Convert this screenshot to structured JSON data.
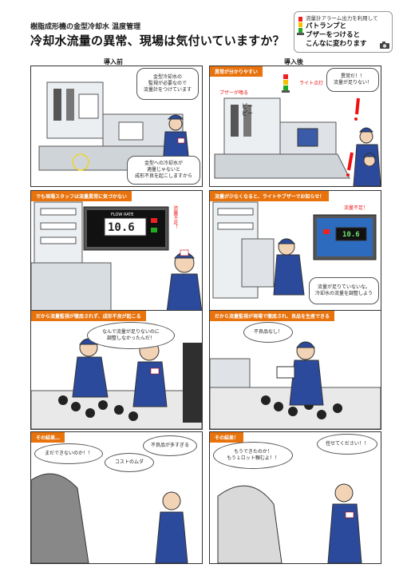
{
  "header": {
    "subtitle": "樹脂成形機の金型冷却水 温度管理",
    "title": "冷却水流量の異常、現場は気付いていますか？"
  },
  "callout": {
    "line1": "流量計アラーム出力を利用して",
    "line2": "パトランプと",
    "line3": "ブザーをつけると",
    "line4": "こんなに変わります"
  },
  "columns": {
    "before": "導入前",
    "after": "導入後"
  },
  "panels": {
    "p1": {
      "bubble1": "金型冷却水の\n監視が必要なので\n流量計をつけています",
      "bubble2": "金型への冷却水が\n適量じゃないと\n成形不良を起こしますから"
    },
    "p2": {
      "banner": "異常が分かりやすい",
      "sfx1": "ライト点灯",
      "sfx2": "ブザーが鳴る",
      "sfx3": "ピー\nピー",
      "bubble": "異常だ！！\n流量が足りない！"
    },
    "p3": {
      "banner": "でも現場スタッフは流量異常に気づかない",
      "meter_label": "FLOW RATE",
      "meter_value": "10.6",
      "alert": "流量不足！"
    },
    "p4": {
      "banner": "流量が少なくなると、ライトやブザーでお知らせ！",
      "meter_value": "10.6",
      "alert": "流量不足！",
      "bubble": "流量が足りていないな。\n冷却水の流量を調整しよう"
    },
    "p5": {
      "banner": "だから流量監視が徹底されず、成形不良が起こる",
      "bubble": "なんで流量が足りないのに\n調整しなかったんだ！"
    },
    "p6": {
      "banner": "だから流量監視が現場で徹底され、良品を生産できる",
      "bubble": "不良品なし！"
    },
    "p7": {
      "banner": "その結果…",
      "bubble1": "まだできないのか！！",
      "bubble2": "コストのムダ",
      "bubble3": "不良品が多すぎる"
    },
    "p8": {
      "banner": "その結果！",
      "bubble1": "もうできたのか！\nもう１ロット頼むよ！！",
      "bubble2": "任せてください！！"
    }
  },
  "colors": {
    "accent": "#e8720c",
    "uniform": "#2b4a9c",
    "alert": "#e11111"
  }
}
